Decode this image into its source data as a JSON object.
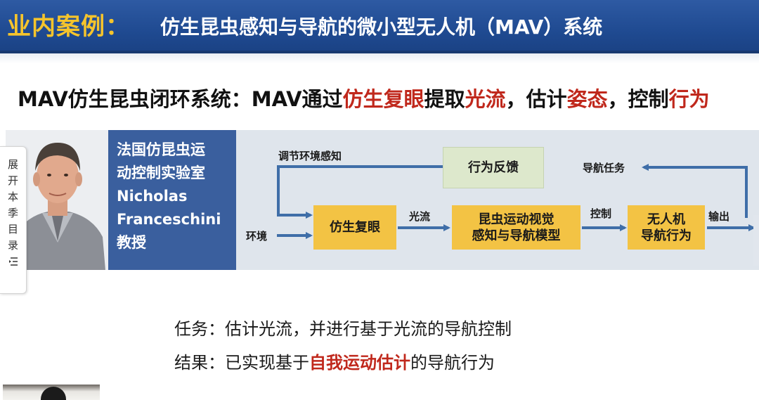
{
  "header": {
    "title_lead": "业内案例：",
    "title_rest": "仿生昆虫感知与导航的微小型无人机（MAV）系统"
  },
  "subtitle": {
    "part1": "MAV仿生昆虫闭环系统：MAV通过",
    "red1": "仿生复眼",
    "part2": "提取",
    "red2": "光流",
    "part3": "，估计",
    "red3": "姿态",
    "part4": "，控制",
    "red4": "行为"
  },
  "side_panel": {
    "chars": [
      "展",
      "开",
      "本",
      "季",
      "目",
      "录"
    ],
    "icon": "list-icon"
  },
  "lab": {
    "lines": [
      "法国仿昆虫运",
      "动控制实验室",
      "Nicholas",
      "Franceschini",
      "教授"
    ]
  },
  "diagram": {
    "boxes": {
      "feedback": "行为反馈",
      "compound_eye": "仿生复眼",
      "model_line1": "昆虫运动视觉",
      "model_line2": "感知与导航模型",
      "uav_line1": "无人机",
      "uav_line2": "导航行为"
    },
    "labels": {
      "adjust_env": "调节环境感知",
      "nav_task": "导航任务",
      "environment": "环境",
      "optical_flow": "光流",
      "control": "控制",
      "output": "输出"
    },
    "colors": {
      "arrow": "#3f6ea8",
      "yellow_box": "#f3c344",
      "green_box": "#dde8cc"
    }
  },
  "bottom": {
    "task": "任务：估计光流，并进行基于光流的导航控制",
    "result_prefix": "结果：已实现基于",
    "result_red": "自我运动估计",
    "result_suffix": "的导航行为"
  }
}
